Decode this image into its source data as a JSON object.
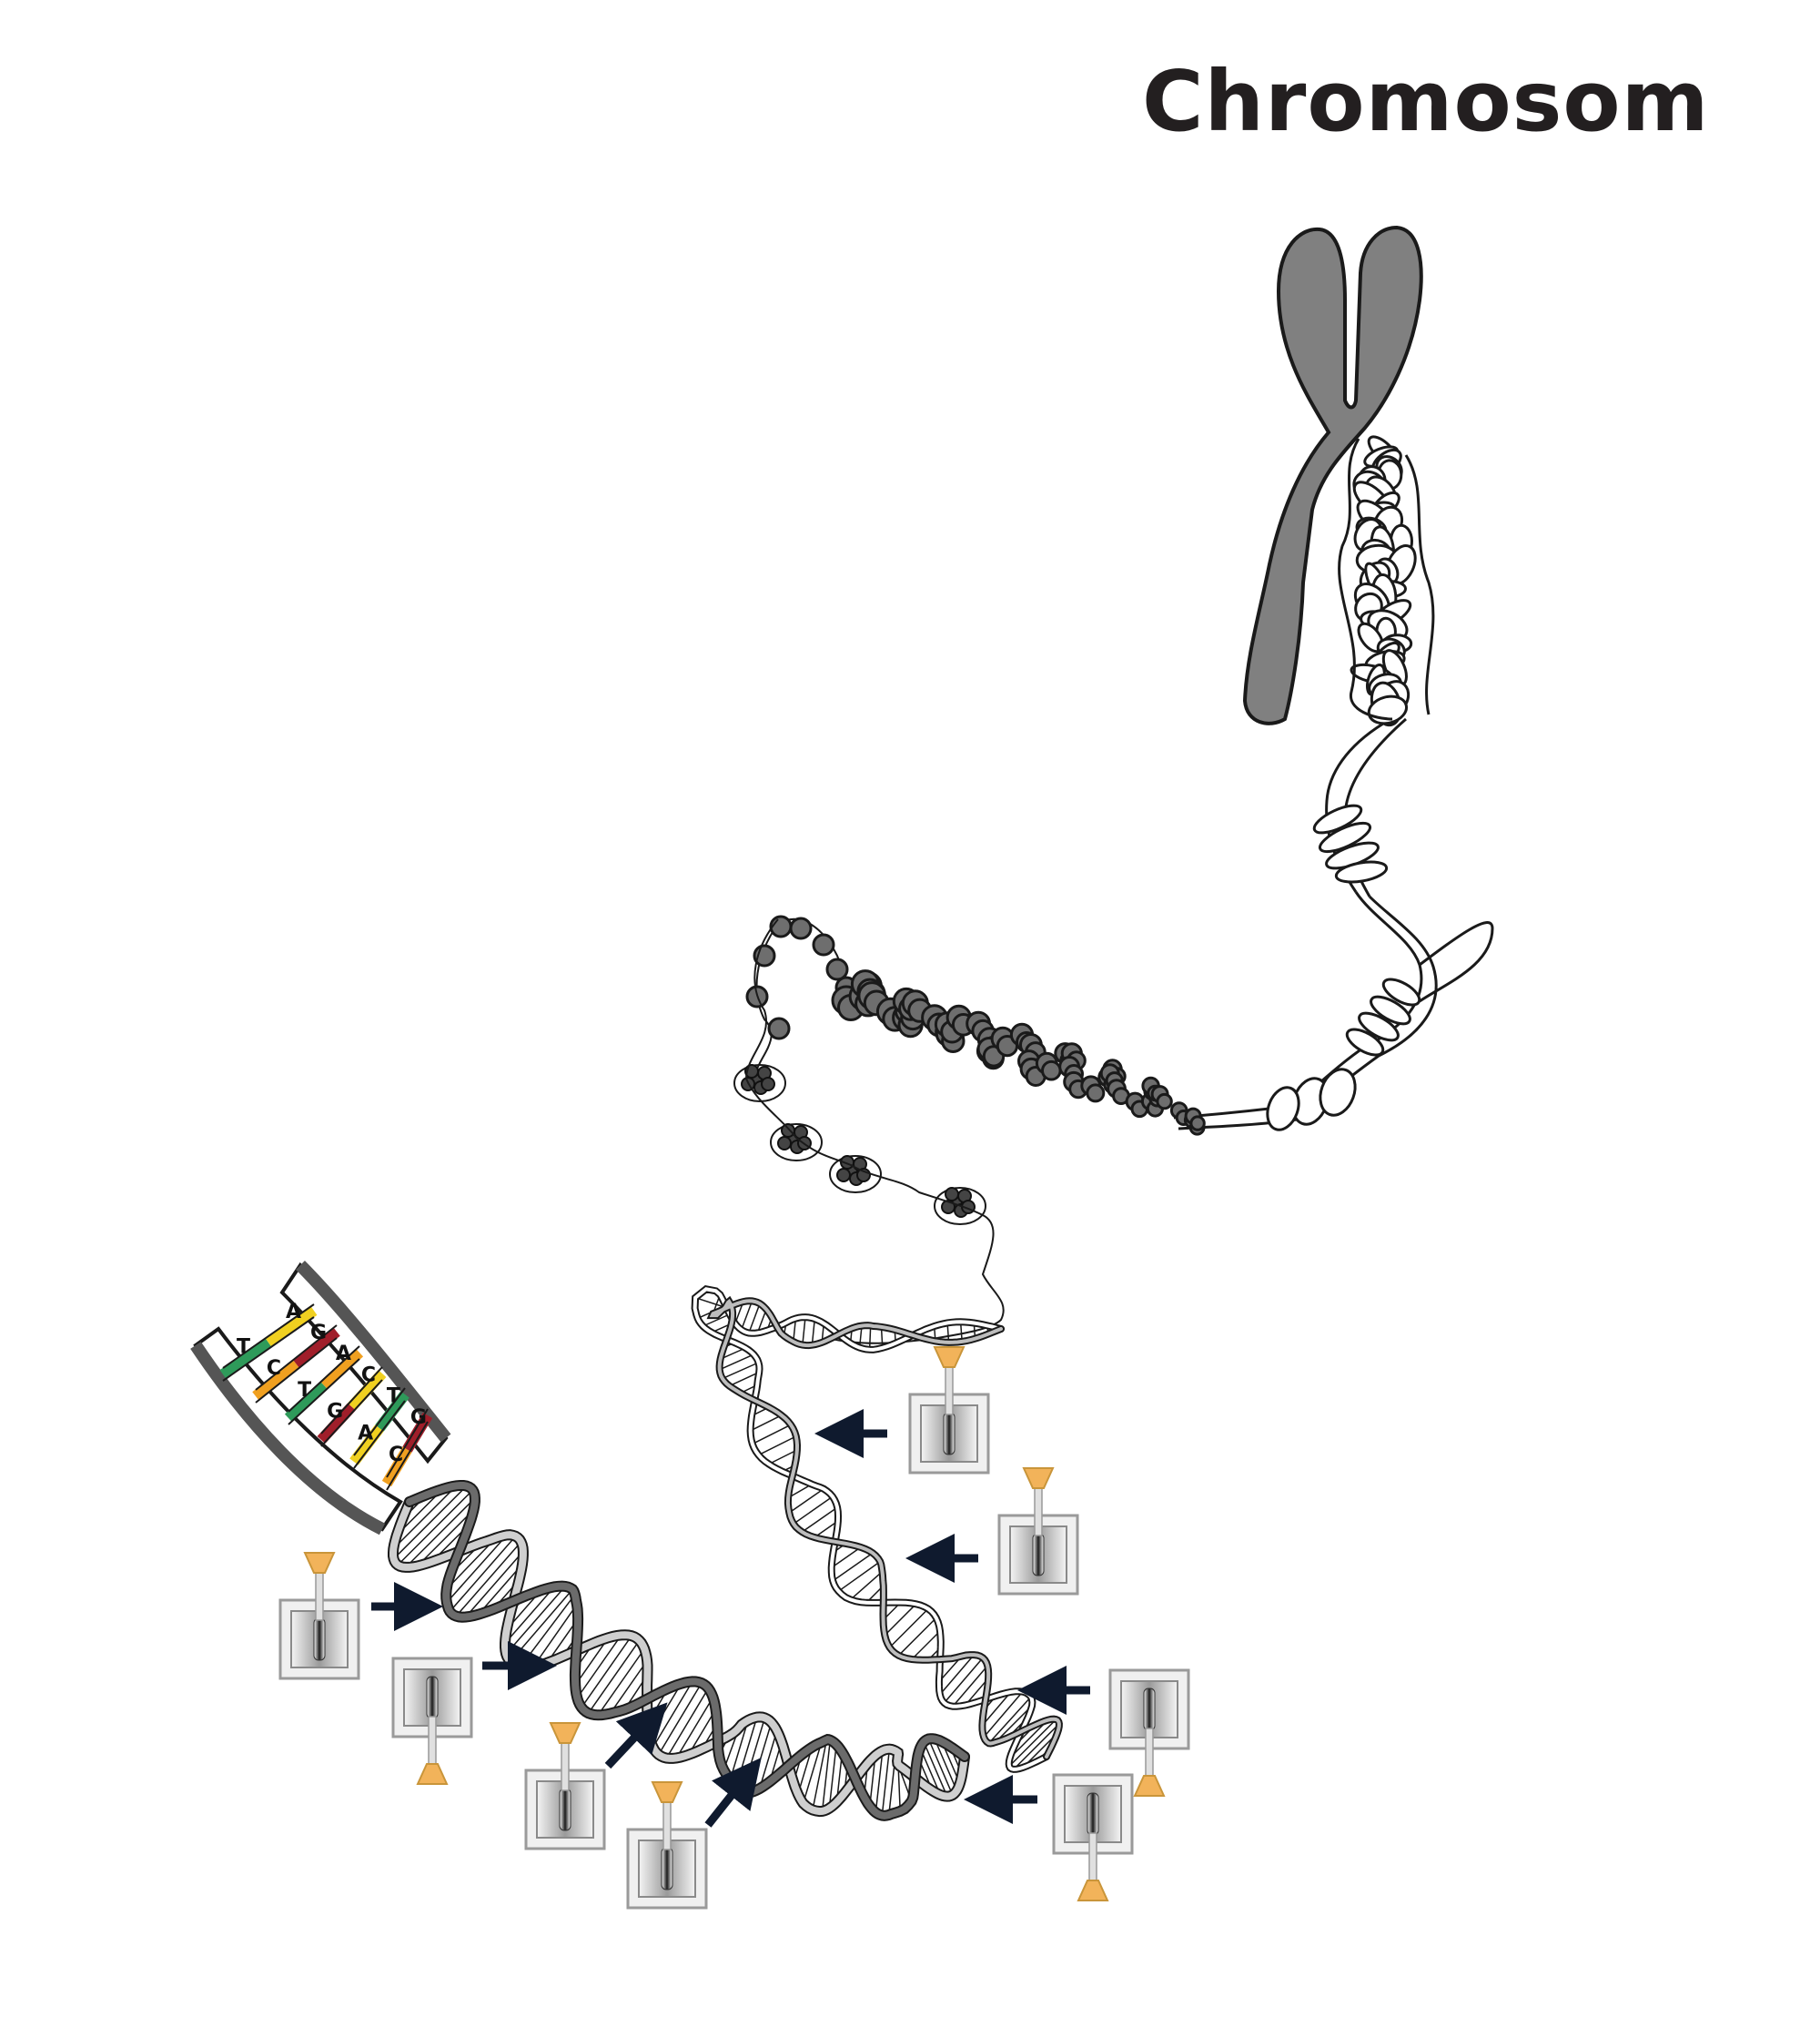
{
  "title": "Chromosom",
  "colors": {
    "chromosome_fill": "#808080",
    "outline": "#1a1a1a",
    "nucleosome": "#6e6e6e",
    "base_green": "#2e9a5a",
    "base_yellow": "#f0d020",
    "base_orange": "#f0a020",
    "base_red": "#a01e2a",
    "switch_knob": "#f2b35a",
    "arrow": "#0f1a2e"
  },
  "base_pairs": [
    {
      "left": "T",
      "right": "A"
    },
    {
      "left": "C",
      "right": "G"
    },
    {
      "left": "T",
      "right": "A"
    },
    {
      "left": "G",
      "right": "C"
    },
    {
      "left": "A",
      "right": "T"
    },
    {
      "left": "C",
      "right": "G"
    }
  ],
  "icons": {
    "chromosome": "chromosome-icon",
    "switch": "toggle-switch-icon",
    "arrow": "arrow-icon"
  }
}
